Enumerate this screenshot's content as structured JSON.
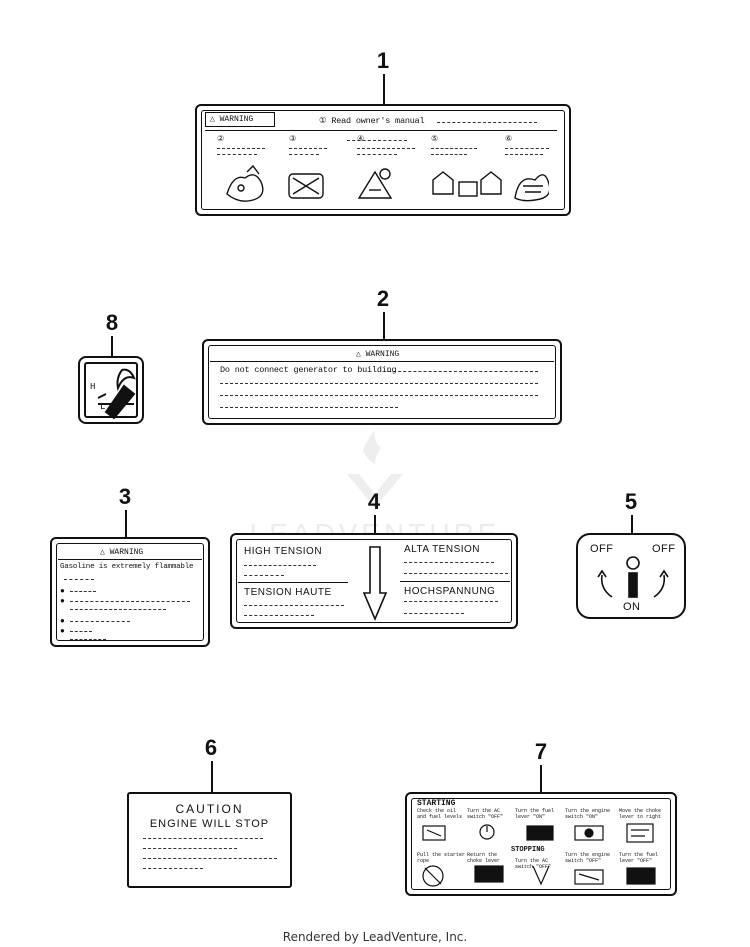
{
  "callouts": [
    "1",
    "2",
    "3",
    "4",
    "5",
    "6",
    "7",
    "8"
  ],
  "decal1": {
    "warning": "WARNING",
    "read_manual": "Read owner's manual"
  },
  "decal2": {
    "warning": "WARNING",
    "text": "Do not connect generator to building"
  },
  "decal3": {
    "warning": "WARNING",
    "text": "Gasoline is extremely flammable"
  },
  "decal4": {
    "high_tension": "HIGH TENSION",
    "alta_tension": "ALTA TENSION",
    "tension_haute": "TENSION HAUTE",
    "hochspannung": "HOCHSPANNUNG"
  },
  "decal5": {
    "off_left": "OFF",
    "off_right": "OFF",
    "on": "ON"
  },
  "decal6": {
    "caution": "CAUTION",
    "engine_will_stop": "ENGINE WILL STOP"
  },
  "decal7": {
    "starting": "STARTING",
    "stopping": "STOPPING",
    "steps": [
      "Check the oil and fuel levels",
      "Turn the AC switch \"OFF\"",
      "Turn the fuel lever \"ON\"",
      "Turn the engine switch \"ON\"",
      "Move the choke lever to right",
      "Pull the starter rope",
      "Return the choke lever",
      "Turn the AC switch \"OFF\"",
      "Turn the engine switch \"OFF\"",
      "Turn the fuel lever \"OFF\""
    ]
  },
  "decal8": {
    "h": "H",
    "l": "L"
  },
  "footer": "Rendered by LeadVenture, Inc.",
  "watermark": "LEADVENTURE"
}
